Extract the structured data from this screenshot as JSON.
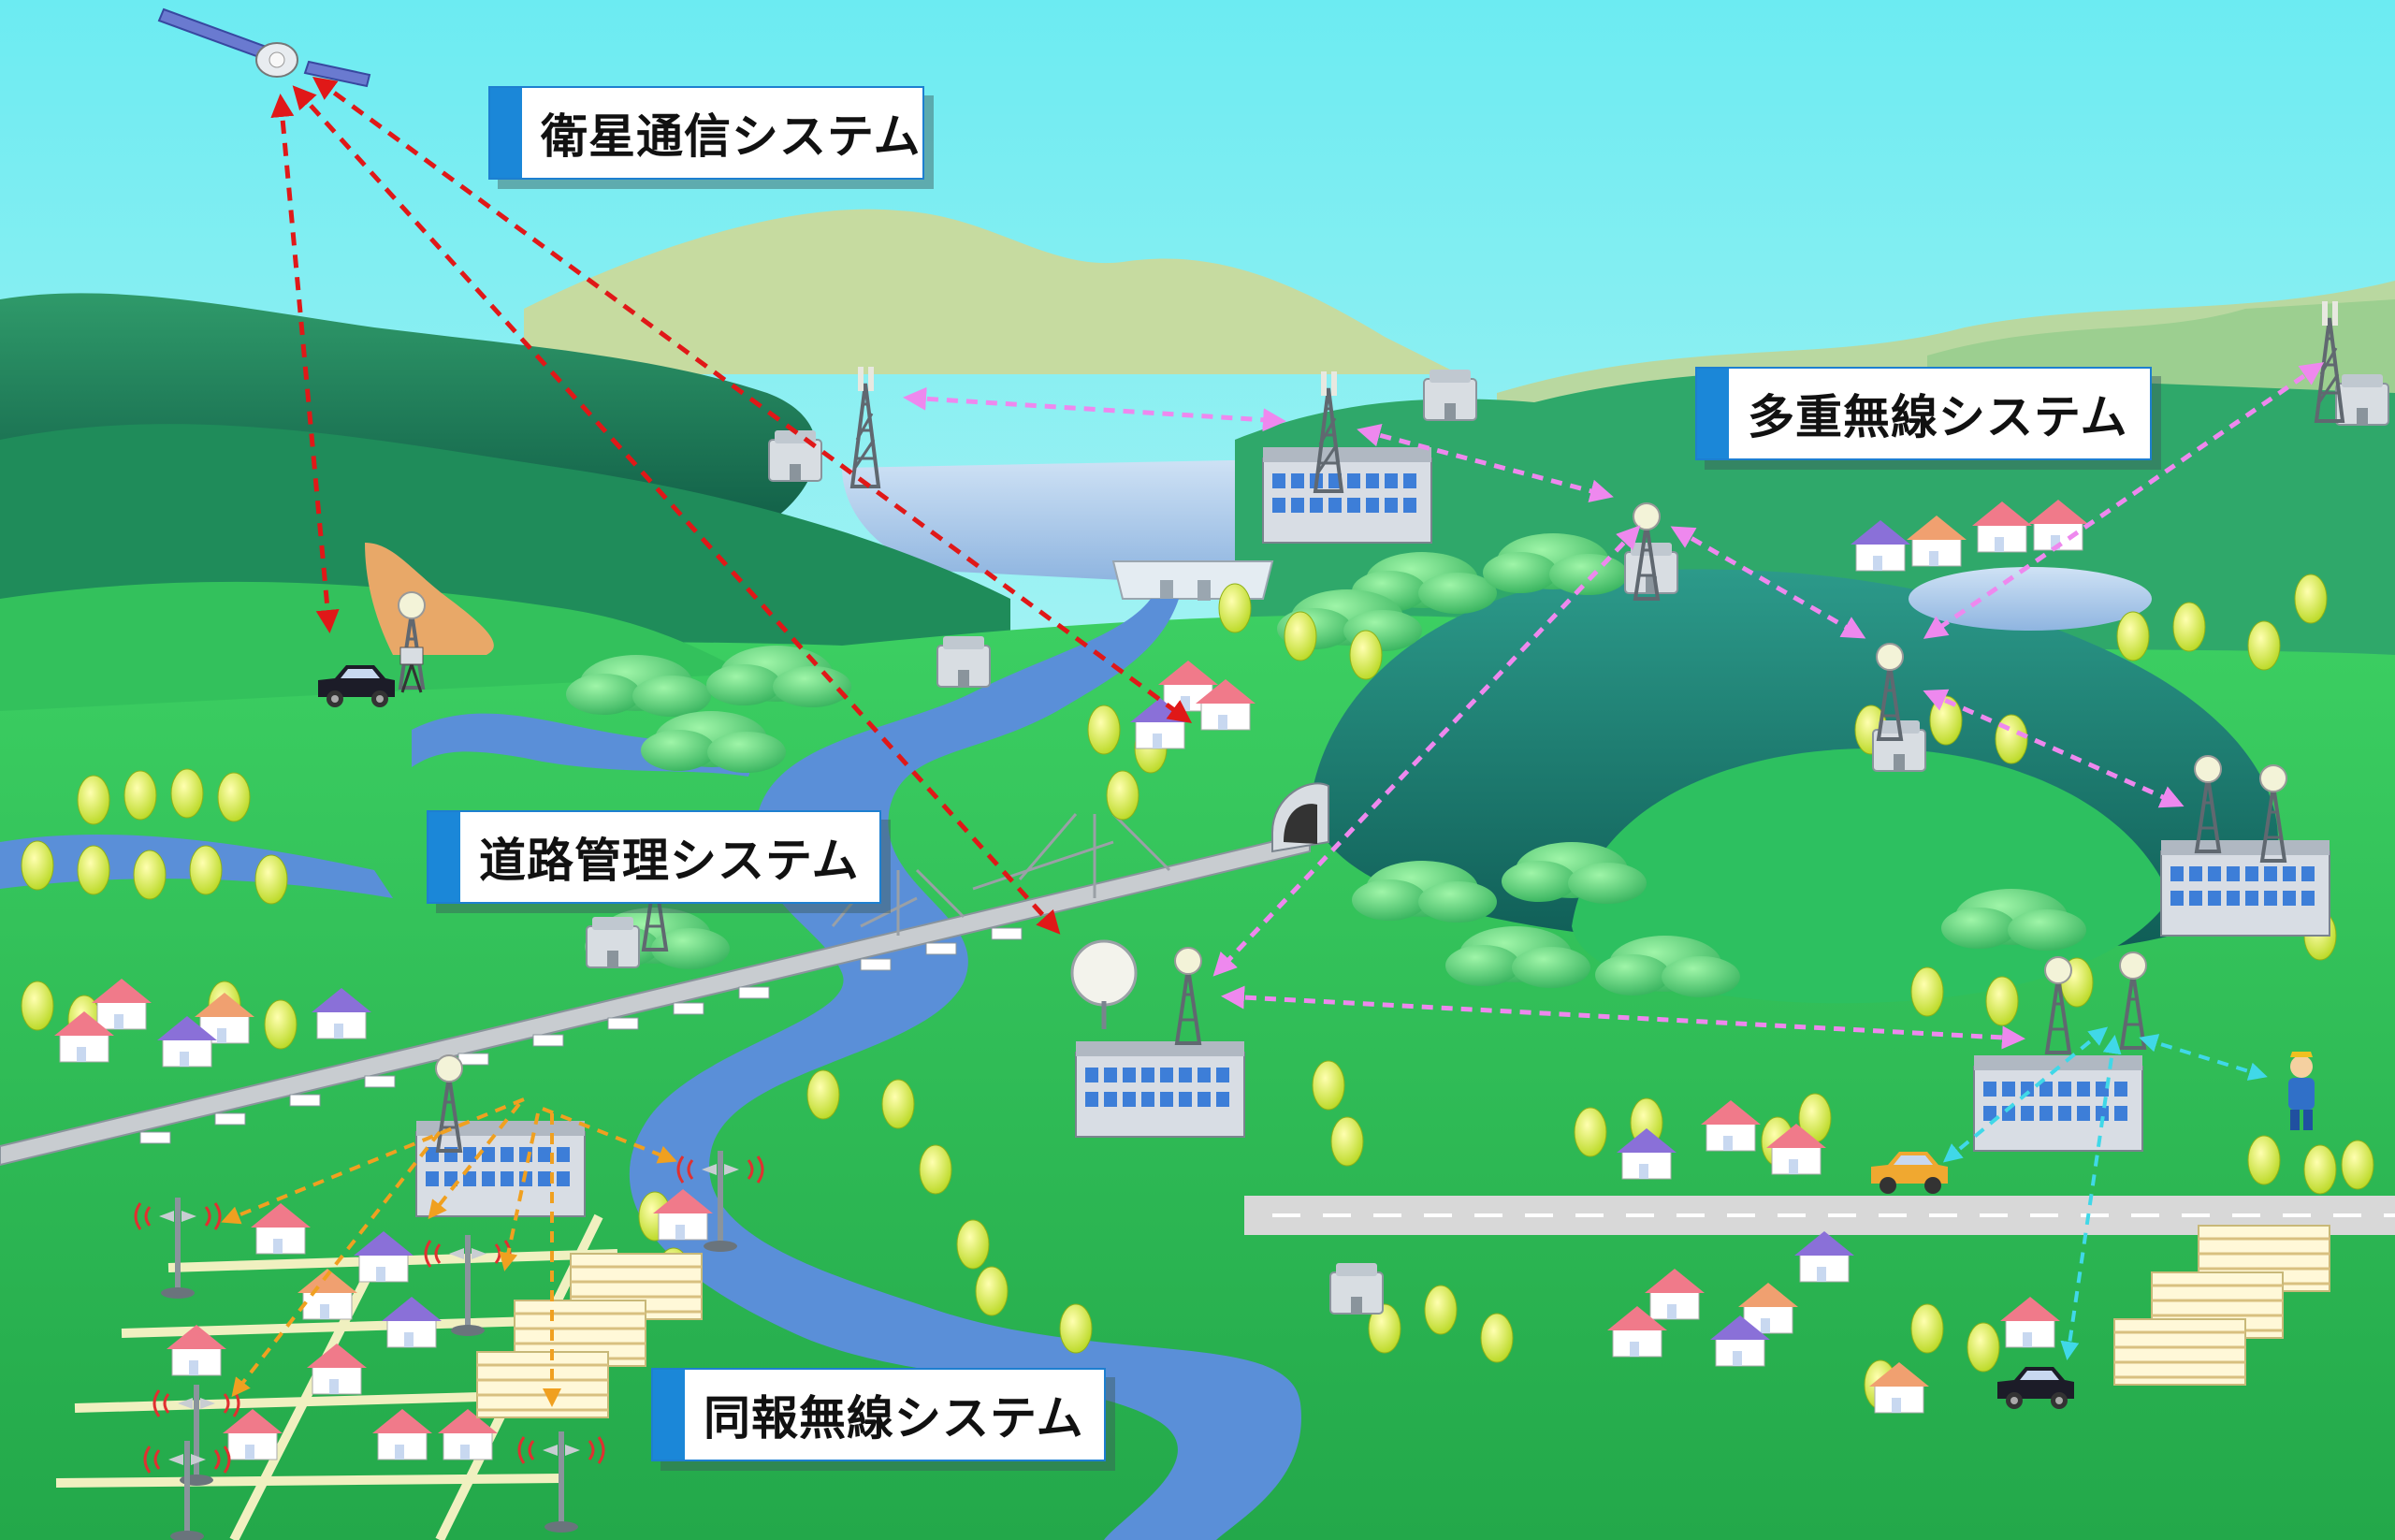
{
  "labels": {
    "satellite": "衛星通信システム",
    "multiplex": "多重無線システム",
    "road": "道路管理システム",
    "broadcast": "同報無線システム"
  },
  "colors": {
    "sky_top": "#6fe8f0",
    "sky_bottom": "#e8fbf4",
    "mountain": "#c8dca0",
    "hill_dark": "#1f7a55",
    "grass": "#2fbf55",
    "river": "#5a8fd8",
    "lake": "#a9c8e8",
    "satellite_link": "#e02020",
    "multiplex_link": "#ee88ee",
    "broadcast_link": "#f0a020",
    "mobile_link": "#40d8e8",
    "label_accent": "#1b87d8"
  },
  "icons": [
    "satellite-icon",
    "radio-tower-icon",
    "antenna-dish-icon",
    "building-icon",
    "house-icon",
    "tree-icon",
    "car-icon",
    "person-icon",
    "bridge-icon",
    "tunnel-icon",
    "dam-icon",
    "speaker-pole-icon"
  ]
}
